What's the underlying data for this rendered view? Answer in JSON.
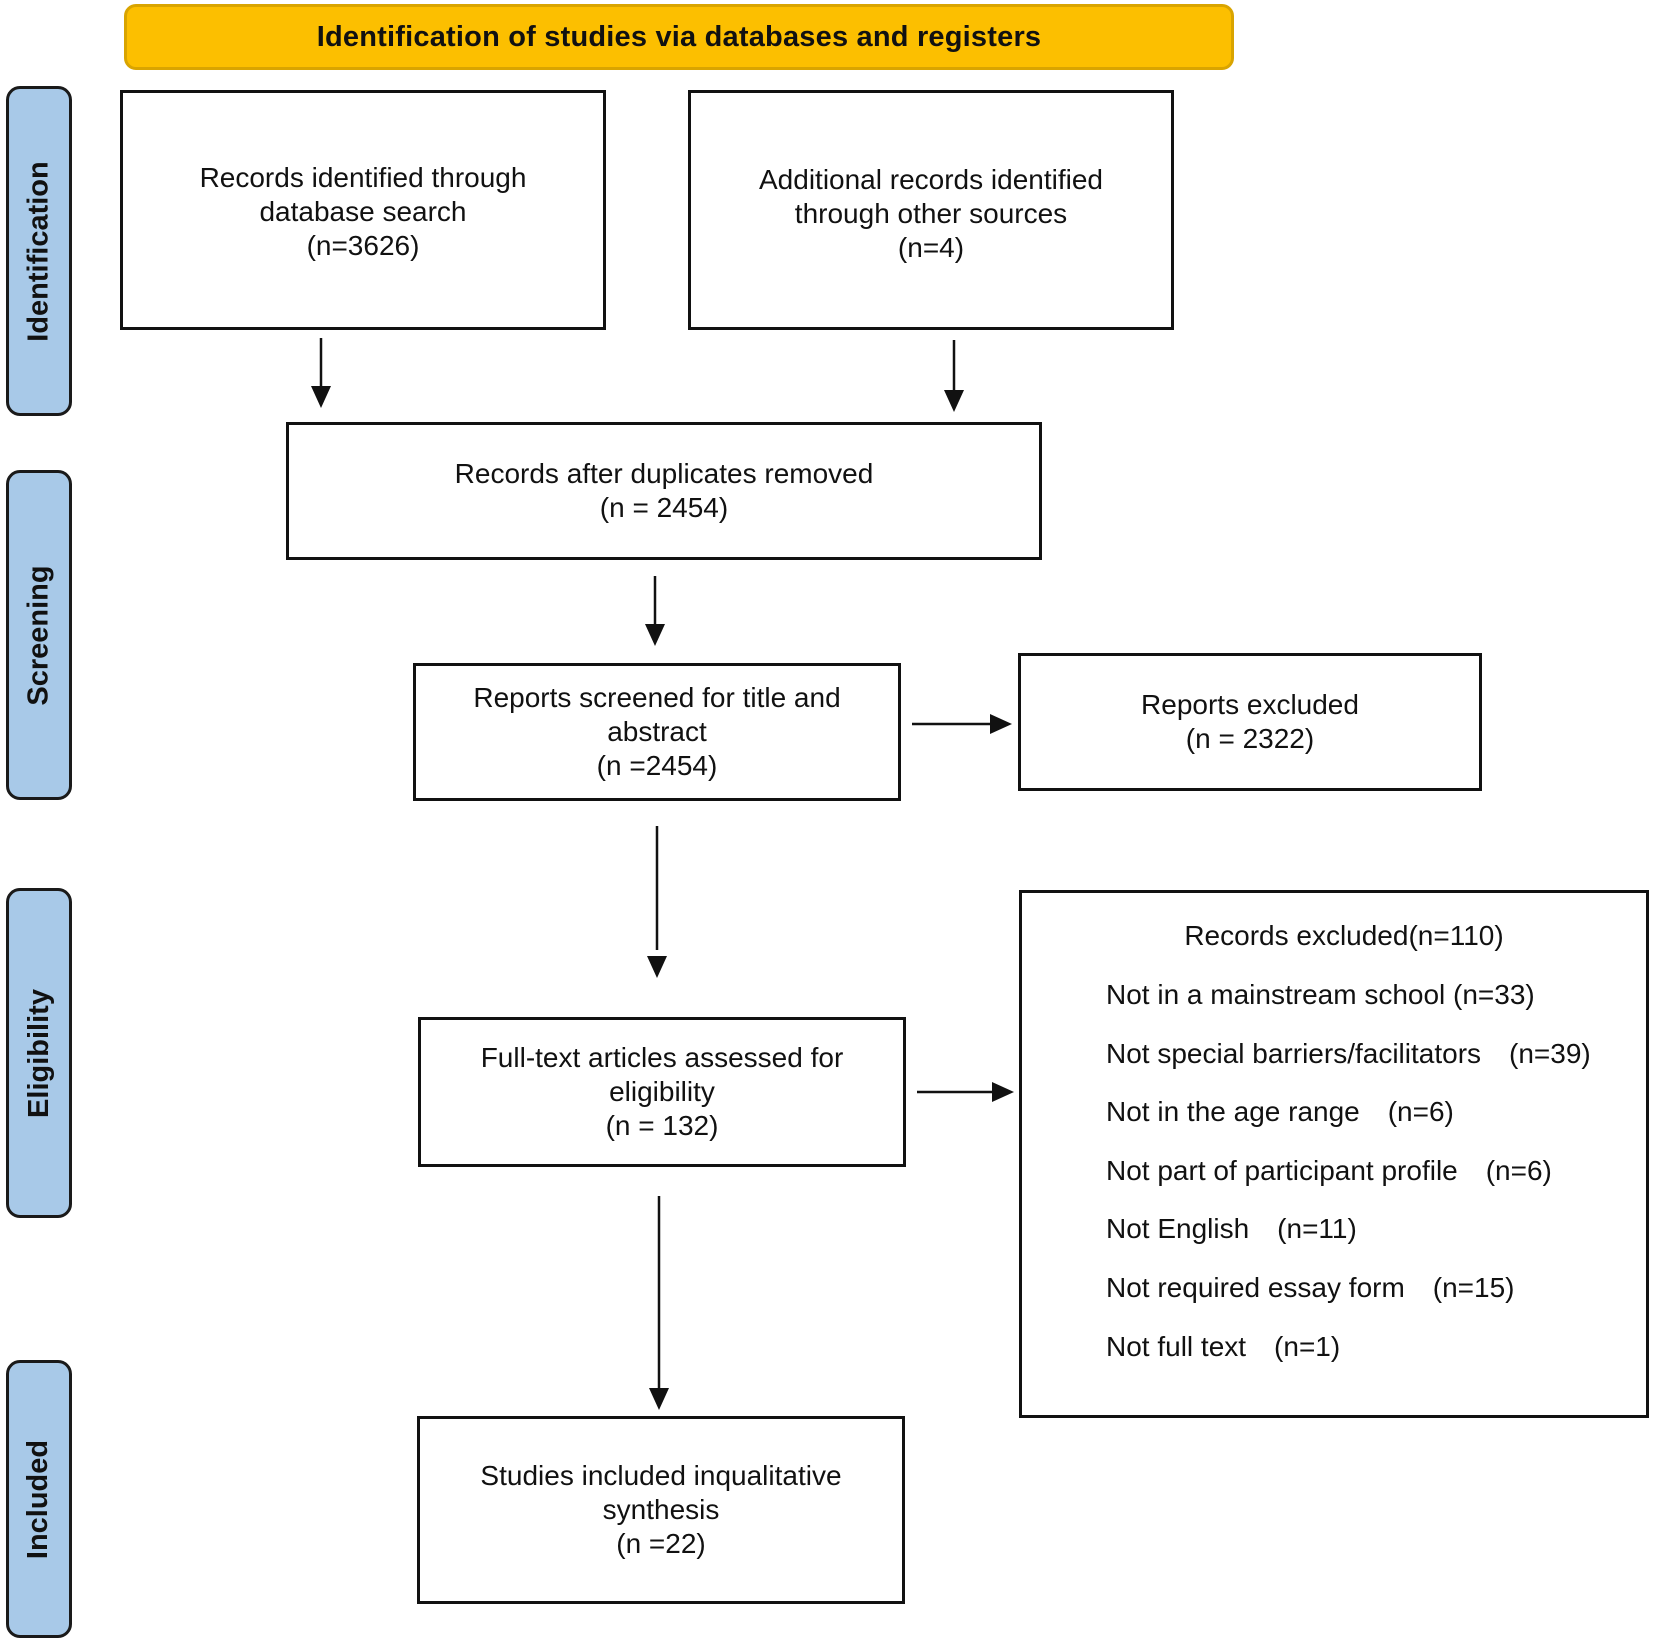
{
  "header": {
    "title": "Identification of studies via databases and registers"
  },
  "phases": {
    "identification": "Identification",
    "screening": "Screening",
    "eligibility": "Eligibility",
    "included": "Included"
  },
  "boxes": {
    "database_search": {
      "line1": "Records identified through",
      "line2": "database search",
      "count": "(n=3626)"
    },
    "other_sources": {
      "line1": "Additional records identified",
      "line2": "through other sources",
      "count": "(n=4)"
    },
    "duplicates_removed": {
      "line1": "Records after duplicates removed",
      "count": "(n = 2454)"
    },
    "screened": {
      "line1": "Reports screened for title and",
      "line2": "abstract",
      "count": "(n =2454)"
    },
    "reports_excluded": {
      "line1": "Reports excluded",
      "count": "(n = 2322)"
    },
    "full_text": {
      "line1": "Full-text articles assessed for",
      "line2": "eligibility",
      "count": "(n = 132)"
    },
    "included": {
      "line1": "Studies included inqualitative",
      "line2": "synthesis",
      "count": "(n =22)"
    }
  },
  "records_excluded": {
    "title": "Records excluded(n=110)",
    "items": [
      "Not in a mainstream school (n=33)",
      "Not special barriers/facilitators　(n=39)",
      "Not in the age range　(n=6)",
      "Not part of participant profile　(n=6)",
      "Not English　(n=11)",
      "Not required essay form　(n=15)",
      "Not full text　(n=1)"
    ]
  }
}
